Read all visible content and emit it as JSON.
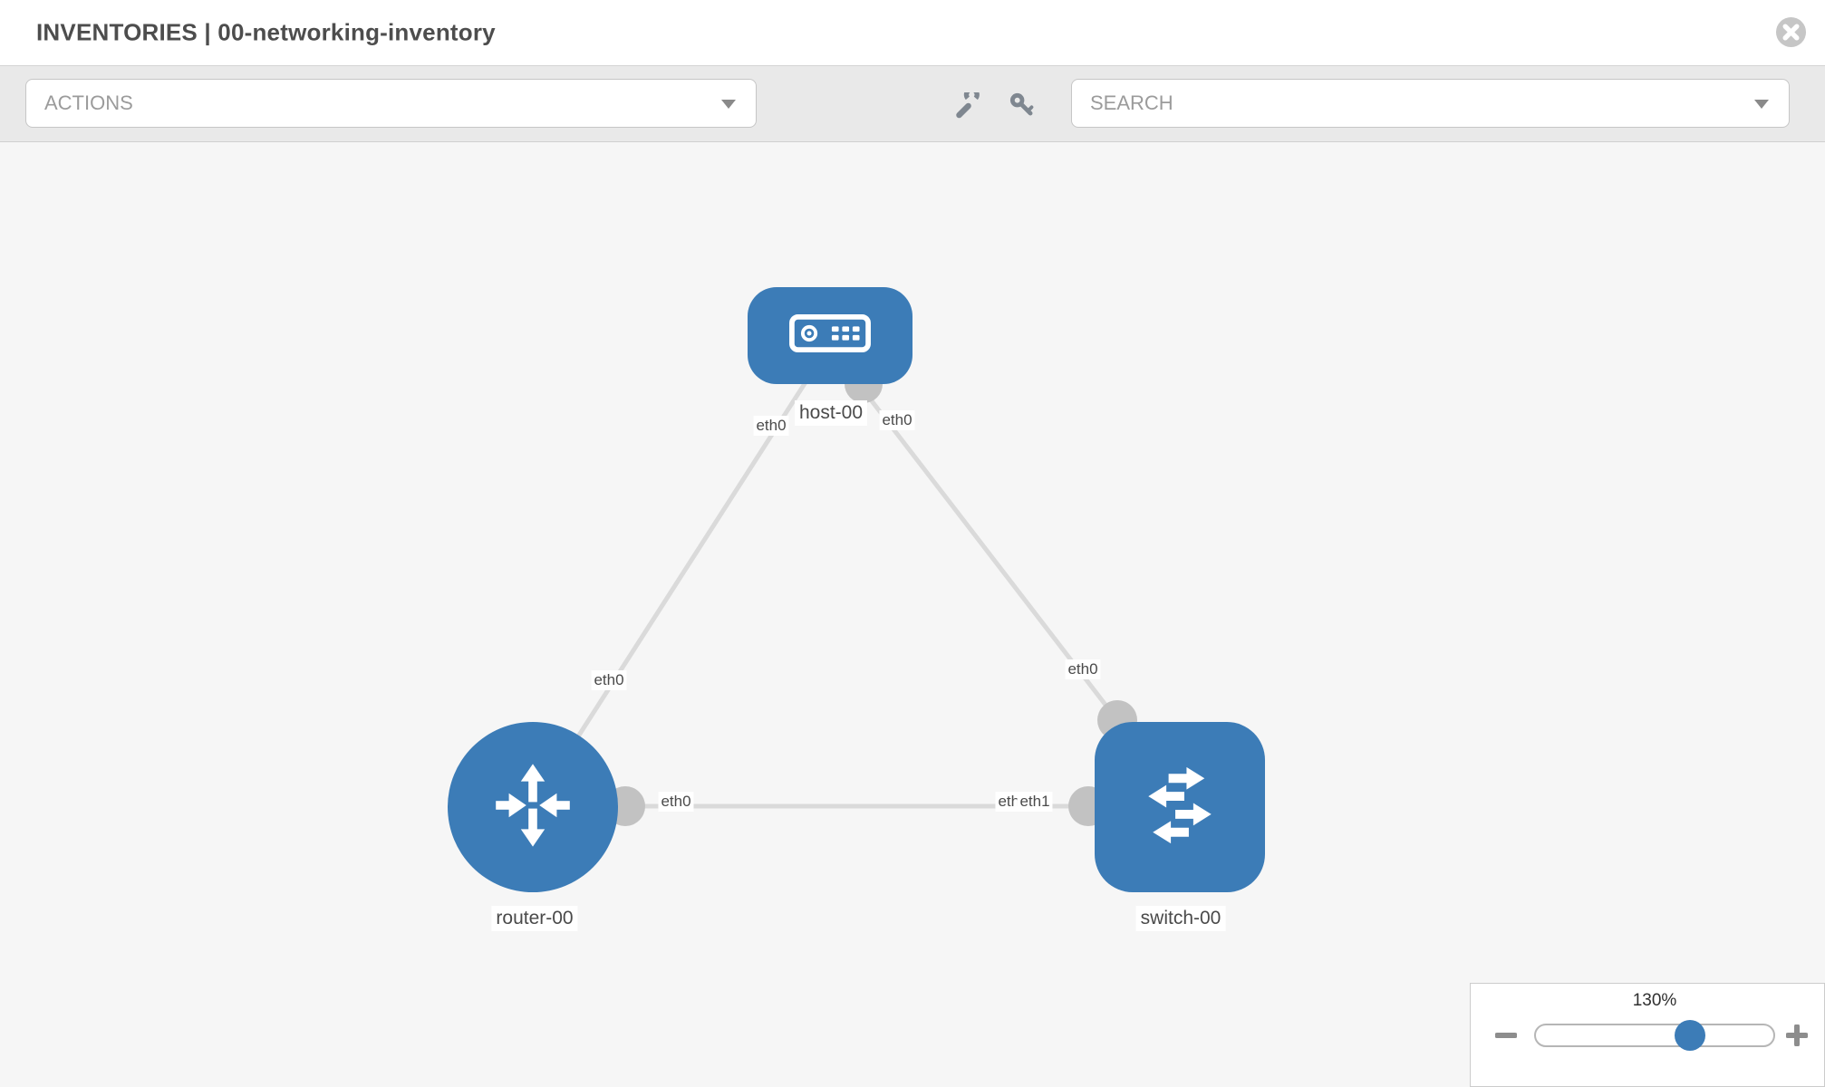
{
  "header": {
    "title": "INVENTORIES | 00-networking-inventory"
  },
  "toolbar": {
    "actions_label": "ACTIONS",
    "search_label": "SEARCH",
    "icons": [
      "wrench-icon",
      "key-icon"
    ]
  },
  "canvas": {
    "nodes": {
      "host": {
        "label": "host-00",
        "type": "host"
      },
      "router": {
        "label": "router-00",
        "type": "router"
      },
      "switch": {
        "label": "switch-00",
        "type": "switch"
      }
    },
    "interfaces": {
      "host_left": "eth0",
      "host_right": "eth0",
      "router_top": "eth0",
      "router_right": "eth0",
      "switch_top": "eth0",
      "switch_left_back": "eth0",
      "switch_left_front": "eth1"
    },
    "edges": [
      {
        "from": "host-00",
        "to": "router-00",
        "from_if": "eth0",
        "to_if": "eth0"
      },
      {
        "from": "host-00",
        "to": "switch-00",
        "from_if": "eth0",
        "to_if": "eth0"
      },
      {
        "from": "router-00",
        "to": "switch-00",
        "from_if": "eth0",
        "to_if": "eth1"
      }
    ],
    "colors": {
      "node_blue": "#3c7cb7",
      "edge_gray": "#dadada",
      "connector_gray": "#c2c2c2",
      "background": "#f6f6f6"
    }
  },
  "zoom": {
    "level": "130%"
  }
}
